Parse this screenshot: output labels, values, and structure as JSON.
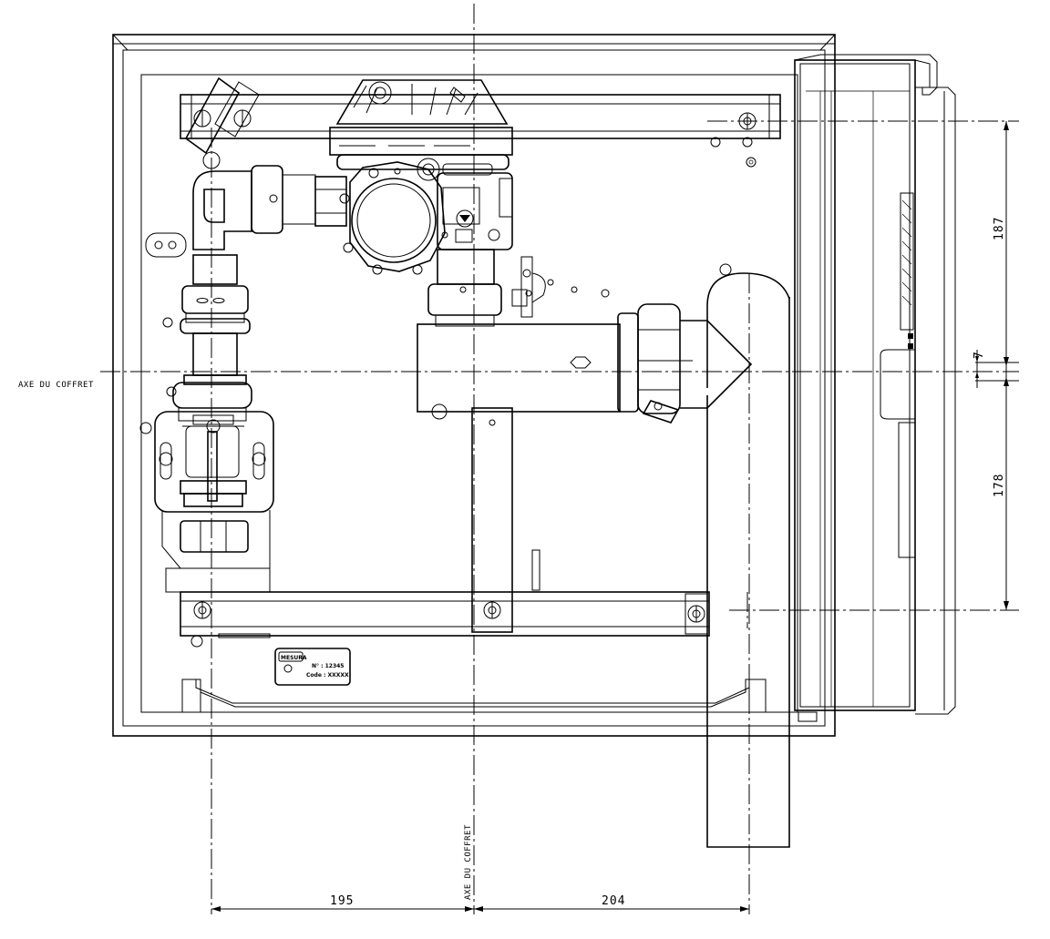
{
  "axis_label_horizontal": "AXE DU COFFRET",
  "axis_label_vertical": "AXE DU COFFRET",
  "dimensions": {
    "top_offset": "187",
    "small_offset": "7",
    "bottom_offset": "178",
    "left_offset": "195",
    "right_offset": "204"
  },
  "nameplate": {
    "logo": "MESURA",
    "number_line": "N° : 12345",
    "code_line": "Code : XXXXX"
  }
}
